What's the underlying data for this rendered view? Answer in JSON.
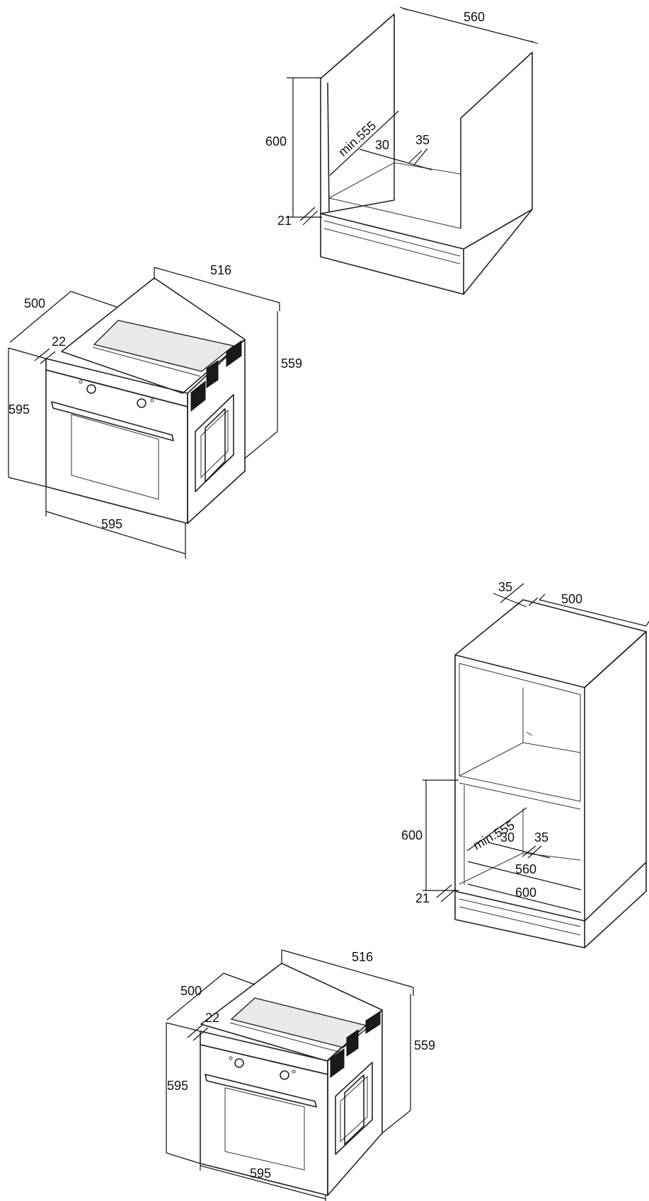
{
  "cabinet_top": {
    "width": "560",
    "depth_min": "min.555",
    "height": "600",
    "gap_30": "30",
    "gap_35": "35",
    "base": "21"
  },
  "oven_top": {
    "width_516": "516",
    "depth_500": "500",
    "front_22": "22",
    "height_559": "559",
    "height_595": "595",
    "width_595": "595"
  },
  "cabinet_bottom": {
    "top_35": "35",
    "top_500": "500",
    "height": "600",
    "depth_min": "min.555",
    "gap_30": "30",
    "gap_35": "35",
    "inner_560": "560",
    "inner_600": "600",
    "base": "21"
  },
  "oven_bottom": {
    "width_516": "516",
    "depth_500": "500",
    "front_22": "22",
    "height_559": "559",
    "height_595": "595",
    "width_595": "595"
  }
}
